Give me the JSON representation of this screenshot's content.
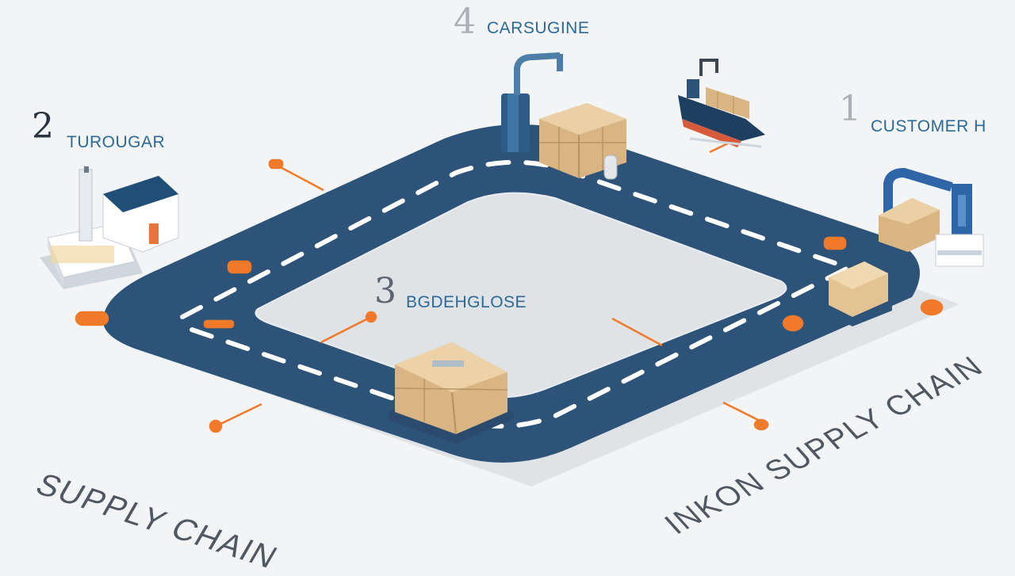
{
  "stages": [
    {
      "number": "1",
      "label": "CUSTOMER H"
    },
    {
      "number": "2",
      "label": "TUROUGAR"
    },
    {
      "number": "3",
      "label": "BGDEHGLOSE"
    },
    {
      "number": "4",
      "label": "CARSUGINE"
    }
  ],
  "captions": {
    "left": "SUPPLY CHAIN",
    "right": "INKON SUPPLY CHAIN"
  },
  "colors": {
    "background": "#f3f4f5",
    "road": "#2e5378",
    "lane": "#ffffff",
    "accent": "#f07a2a",
    "box": "#d9b583",
    "label": "#2b6a96"
  }
}
